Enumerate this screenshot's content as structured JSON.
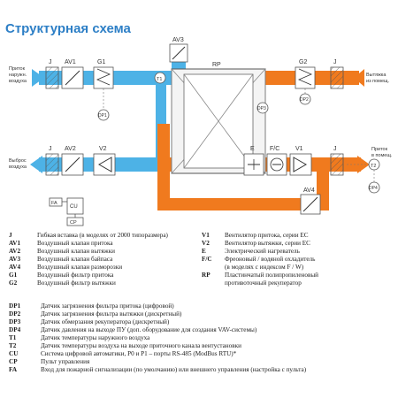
{
  "title": "Структурная схема",
  "diagram": {
    "labels": {
      "j1": "J",
      "av1": "AV1",
      "g1": "G1",
      "av3": "AV3",
      "rp": "RP",
      "g2": "G2",
      "j2": "J",
      "j3": "J",
      "av2": "AV2",
      "v2": "V2",
      "e": "E",
      "fc": "F/C",
      "v1": "V1",
      "j4": "J",
      "av4": "AV4",
      "t1": "T1",
      "t2": "T2",
      "dp1": "DP1",
      "dp2": "DP2",
      "dp3": "DP3",
      "dp4": "DP4",
      "fa": "FA",
      "cu": "CU",
      "cp": "CP"
    },
    "inlet_outside_1": "Приток",
    "inlet_outside_2": "наружн.",
    "inlet_outside_3": "воздуха",
    "exhaust_room_1": "Вытяжка",
    "exhaust_room_2": "из помещ.",
    "exhaust_out_1": "Выброс",
    "exhaust_out_2": "воздуха",
    "supply_room_1": "Приток",
    "supply_room_2": "в помещ.",
    "colors": {
      "cold": "#4db2e6",
      "warm": "#f07a1e",
      "accent": "#2d7fc6"
    }
  },
  "legend_left": [
    {
      "code": "J",
      "desc": "Гибкая вставка (в моделях от 2000 типоразмера)"
    },
    {
      "code": "AV1",
      "desc": "Воздушный клапан притока"
    },
    {
      "code": "AV2",
      "desc": "Воздушный клапан вытяжки"
    },
    {
      "code": "AV3",
      "desc": "Воздушный клапан байпаса"
    },
    {
      "code": "AV4",
      "desc": "Воздушный клапан разморозки"
    },
    {
      "code": "G1",
      "desc": "Воздушный фильтр притока"
    },
    {
      "code": "G2",
      "desc": "Воздушный фильтр вытяжки"
    }
  ],
  "legend_right": [
    {
      "code": "V1",
      "desc": "Вентилятор притока, серии ЕС"
    },
    {
      "code": "V2",
      "desc": "Вентилятор вытяжки, серии ЕС"
    },
    {
      "code": "E",
      "desc": "Электрический нагреватель"
    },
    {
      "code": "F/C",
      "desc": "Фреоновый / водяной охладитель"
    },
    {
      "code": "",
      "desc": "(в моделях с индексом F / W)"
    },
    {
      "code": "RP",
      "desc": "Пластинчатый полипропиленовый"
    },
    {
      "code": "",
      "desc": "противоточный рекуператор"
    }
  ],
  "legend_bottom": [
    {
      "code": "DP1",
      "desc": "Датчик загрязнения фильтра притока (цифровой)"
    },
    {
      "code": "DP2",
      "desc": "Датчик загрязнения фильтра вытяжки (дискретный)"
    },
    {
      "code": "DP3",
      "desc": "Датчик обмерзания рекуператора (дискретный)"
    },
    {
      "code": "DP4",
      "desc": "Датчик давления на выходе ПУ (доп. оборудование для создания VAV-системы)"
    },
    {
      "code": "T1",
      "desc": "Датчик температуры наружного воздуха"
    },
    {
      "code": "T2",
      "desc": "Датчик температуры воздуха на выходе приточного канала вентустановки"
    },
    {
      "code": "CU",
      "desc": "Система цифровой автоматики, P0 и P1 – порты RS-485 (ModBus RTU)*"
    },
    {
      "code": "CP",
      "desc": "Пульт управления"
    },
    {
      "code": "FA",
      "desc": "Вход для пожарной сигнализации (по умолчанию) или внешнего управления (настройка с пульта)"
    }
  ]
}
